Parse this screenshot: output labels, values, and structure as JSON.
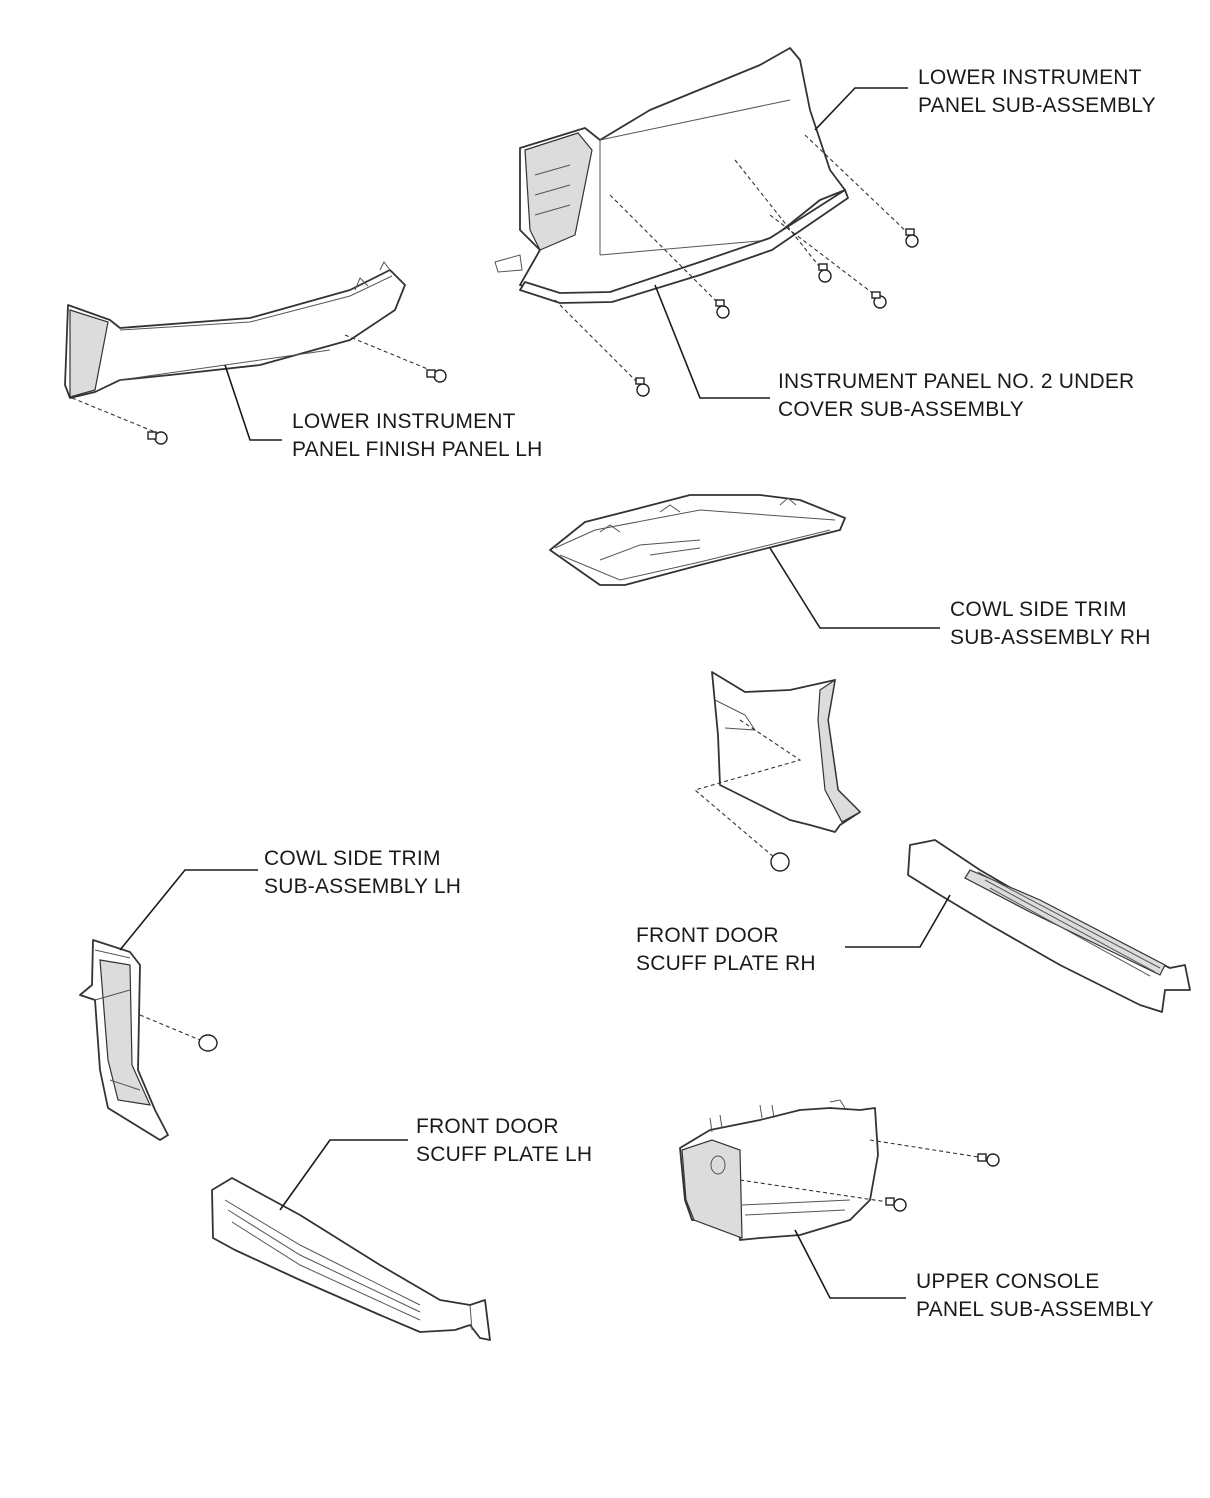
{
  "labels": {
    "lower_instrument_panel": {
      "line1": "LOWER INSTRUMENT",
      "line2": "PANEL SUB-ASSEMBLY"
    },
    "instrument_panel_no2_under_cover": {
      "line1": "INSTRUMENT PANEL NO. 2 UNDER",
      "line2": "COVER SUB-ASSEMBLY"
    },
    "lower_instrument_panel_finish_panel_lh": {
      "line1": "LOWER INSTRUMENT",
      "line2": "PANEL FINISH PANEL LH"
    },
    "cowl_side_trim_rh": {
      "line1": "COWL SIDE TRIM",
      "line2": "SUB-ASSEMBLY RH"
    },
    "cowl_side_trim_lh": {
      "line1": "COWL SIDE TRIM",
      "line2": "SUB-ASSEMBLY LH"
    },
    "front_door_scuff_plate_rh": {
      "line1": "FRONT DOOR",
      "line2": "SCUFF PLATE RH"
    },
    "front_door_scuff_plate_lh": {
      "line1": "FRONT DOOR",
      "line2": "SCUFF PLATE LH"
    },
    "upper_console_panel": {
      "line1": "UPPER CONSOLE",
      "line2": "PANEL SUB-ASSEMBLY"
    }
  },
  "colors": {
    "line": "#1a1a1a",
    "part_fill": "#ffffff",
    "shade": "#dcdcdc"
  }
}
